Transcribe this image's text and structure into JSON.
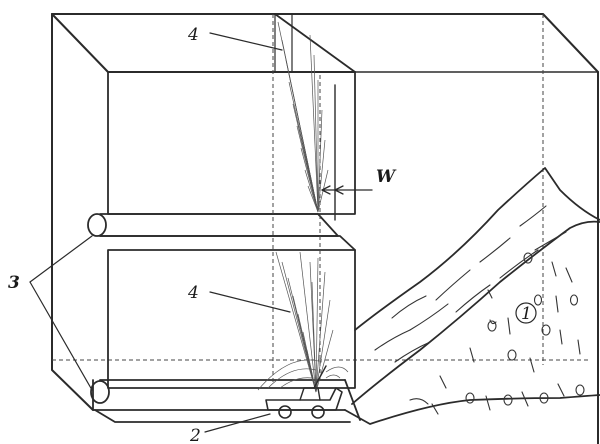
{
  "labels": {
    "top_fan": "4",
    "bottom_fan": "4",
    "width": "W",
    "drifts": "3",
    "machine": "2",
    "ore_body": "1"
  }
}
